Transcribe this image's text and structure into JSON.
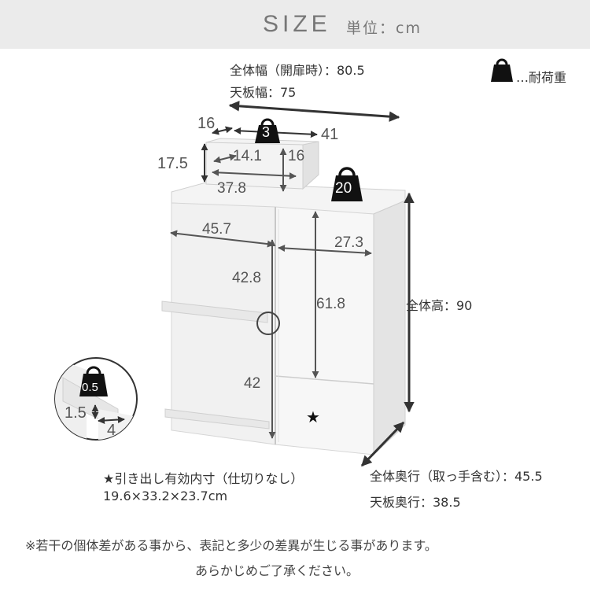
{
  "header": {
    "title": "SIZE",
    "unit_label": "単位：cm"
  },
  "legend": {
    "icon": "weight-bag-icon",
    "text": "…耐荷重"
  },
  "overall": {
    "width_open": "全体幅（開扉時）：80.5",
    "top_width": "天板幅：75",
    "height": "全体高：90",
    "depth_with_handle": "全体奥行（取っ手含む）：45.5",
    "top_depth": "天板奥行：38.5"
  },
  "top_shelf": {
    "depth": "16",
    "width": "41",
    "height": "17.5",
    "inner_width": "14.1",
    "inner_height": "16",
    "inner_depth": "37.8",
    "load": "3"
  },
  "cabinet": {
    "load": "20",
    "left_inner_width": "45.7",
    "upper_inner_height": "42.8",
    "lower_inner_height": "42",
    "door_inner_width": "27.3",
    "door_inner_height": "61.8"
  },
  "towel_bar": {
    "load": "0.5",
    "height": "1.5",
    "depth": "4"
  },
  "drawer": {
    "title": "★引き出し有効内寸（仕切りなし）",
    "dimensions": "19.6×33.2×23.7cm"
  },
  "footnote": {
    "line1": "※若干の個体差がある事から、表記と多少の差異が生じる事があります。",
    "line2": "あらかじめご了承ください。"
  }
}
